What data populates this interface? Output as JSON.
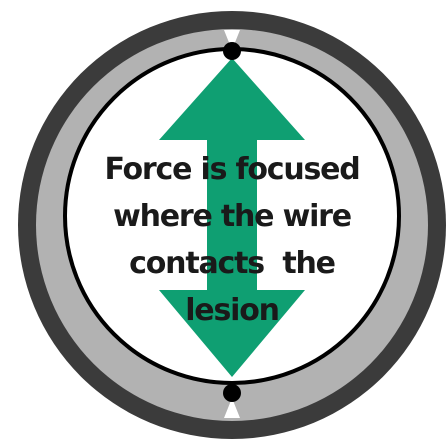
{
  "caption": {
    "lines": [
      "Force is focused",
      "where the wire",
      "contacts  the",
      "lesion"
    ]
  },
  "colors": {
    "outer_ring": "#3b3b3b",
    "middle_ring": "#b2b2b2",
    "inner_disc": "#ffffff",
    "inner_border": "#000000",
    "arrow": "#0f9f72",
    "wire_dot": "#000000",
    "wire_notch": "#ffffff",
    "text": "#1a1a1a"
  },
  "icons": {
    "arrow": "double-vertical-arrow-icon",
    "wire_top": "wire-contact-dot-top",
    "wire_bottom": "wire-contact-dot-bottom"
  }
}
